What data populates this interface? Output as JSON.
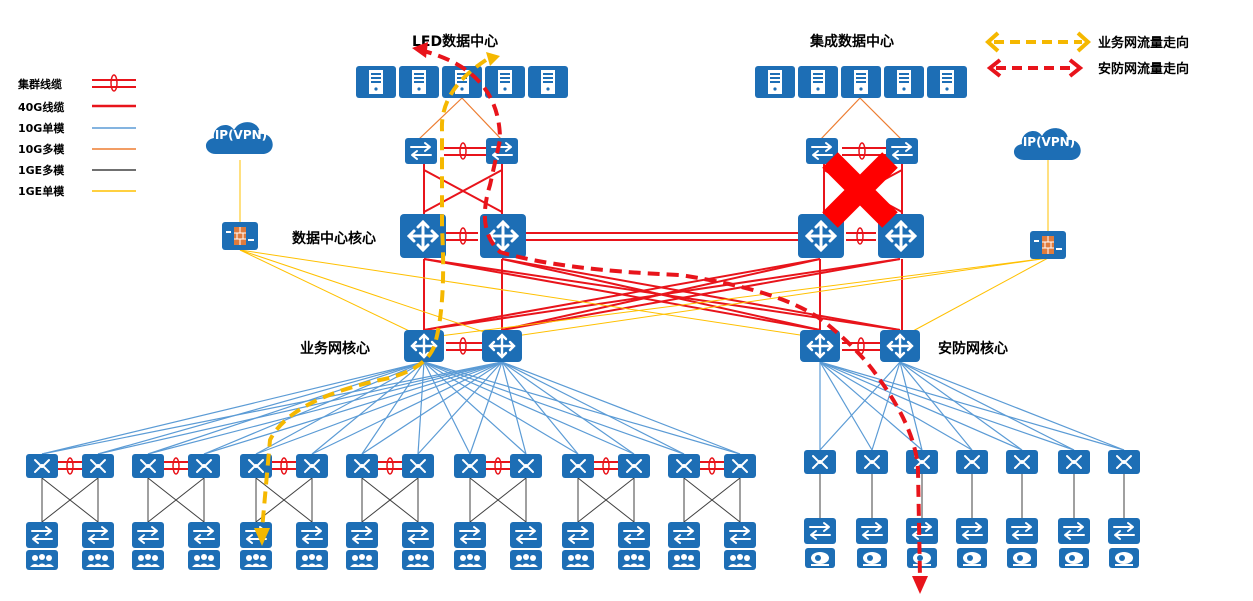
{
  "labels": {
    "led_dc": "LED数据中心",
    "int_dc": "集成数据中心",
    "dc_core": "数据中心核心",
    "biz_core": "业务网核心",
    "sec_core": "安防网核心",
    "vpn_left": "IP(VPN)",
    "vpn_right": "IP(VPN)"
  },
  "legend": {
    "items": [
      {
        "label": "集群线缆",
        "color": "#e8141b",
        "icon": "double-line-with-ring"
      },
      {
        "label": "40G线缆",
        "color": "#e8141b",
        "icon": "thick-line"
      },
      {
        "label": "10G单模",
        "color": "#5b9bd5",
        "icon": "line"
      },
      {
        "label": "10G多模",
        "color": "#ed7d31",
        "icon": "line"
      },
      {
        "label": "1GE多模",
        "color": "#404040",
        "icon": "line"
      },
      {
        "label": "1GE单模",
        "color": "#ffc000",
        "icon": "line"
      }
    ],
    "flows": [
      {
        "label": "业务网流量走向",
        "color": "#f5b800",
        "icon": "dashed-arrow"
      },
      {
        "label": "安防网流量走向",
        "color": "#e8141b",
        "icon": "dashed-arrow"
      }
    ]
  },
  "colors": {
    "device": "#1d6eb5",
    "red": "#e8141b",
    "blue_link": "#5b9bd5",
    "orange_link": "#ed7d31",
    "gold_link": "#ffc000",
    "dark_link": "#404040",
    "biz_flow": "#f5b800",
    "sec_flow": "#e8141b"
  },
  "icons": {
    "server": "server-icon",
    "switch": "switch-icon",
    "core_router": "router-icon",
    "access_switch": "access-switch-icon",
    "firewall": "firewall-icon",
    "cloud": "cloud-icon",
    "users": "users-icon",
    "camera": "camera-icon",
    "fault": "fault-x-icon"
  }
}
